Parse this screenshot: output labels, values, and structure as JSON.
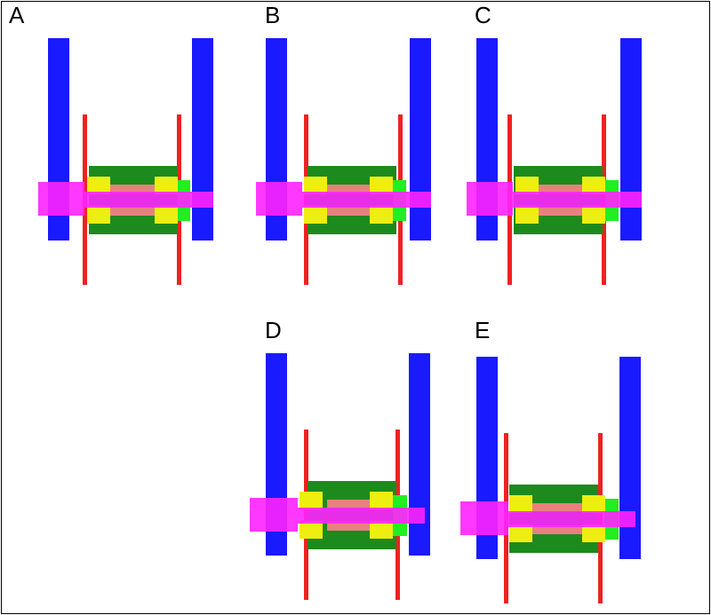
{
  "colors": {
    "blue": "#1a1aff",
    "red": "#ee2222",
    "dark_green": "#1d8a1d",
    "bright_green": "#22ee22",
    "yellow": "#eeee11",
    "salmon": "#e88080",
    "magenta": "#ff22ff"
  },
  "panels": [
    {
      "label": "A"
    },
    {
      "label": "B"
    },
    {
      "label": "C"
    },
    {
      "label": "D"
    },
    {
      "label": "E"
    }
  ]
}
